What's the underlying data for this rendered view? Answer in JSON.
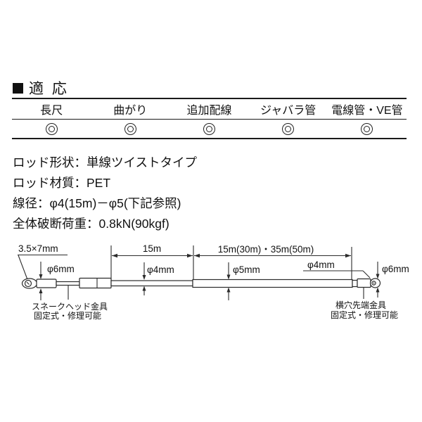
{
  "section": {
    "marker": "■",
    "title": "適 応"
  },
  "table": {
    "columns": [
      "長尺",
      "曲がり",
      "追加配線",
      "ジャバラ管",
      "電線管・VE管"
    ],
    "ratings": [
      "◎",
      "◎",
      "◎",
      "◎",
      "◎"
    ]
  },
  "specs": {
    "lines": [
      "ロッド形状：単線ツイストタイプ",
      "ロッド材質：PET",
      "線径：φ4(15m)－φ5(下記参照)",
      "全体破断荷重：0.8kN(90kgf)"
    ]
  },
  "diagram": {
    "labels": {
      "head_size": "3.5×7mm",
      "left_dia": "φ6mm",
      "section1_len": "15m",
      "section1_dia": "φ4mm",
      "section2_len": "15m(30m)・35m(50m)",
      "section2_dia": "φ5mm",
      "tip_dia": "φ4mm",
      "right_dia": "φ6mm",
      "left_fitting": "スネークヘッド金具",
      "left_fitting_note": "固定式・修理可能",
      "right_fitting": "横穴先端金具",
      "right_fitting_note": "固定式・修理可能"
    },
    "colors": {
      "ink": "#1a1a1a",
      "line": "#2b2b2b",
      "bg": "#ffffff"
    }
  }
}
